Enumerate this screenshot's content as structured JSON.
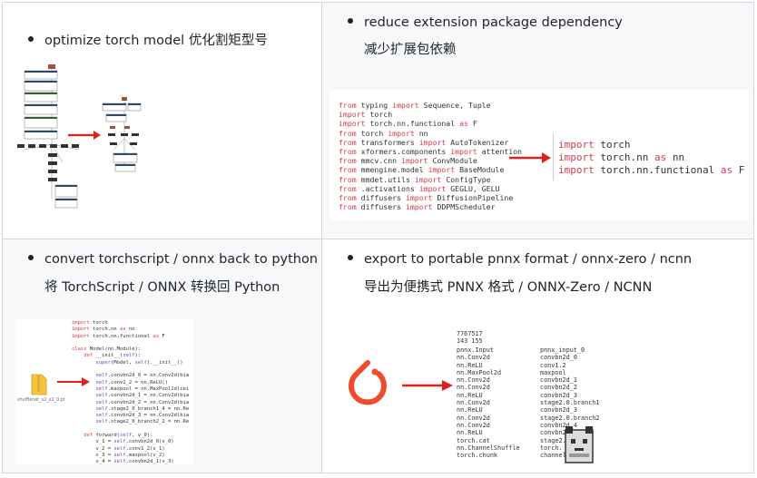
{
  "cells": [
    {
      "bullet": "optimize torch model 优化割矩型号"
    },
    {
      "bullet": "reduce extension package dependency",
      "sub": "减少扩展包依赖",
      "code_left": [
        [
          "from",
          " typing ",
          "import",
          " Sequence, Tuple"
        ],
        [
          "import",
          " torch",
          "",
          ""
        ],
        [
          "import",
          " torch.nn.functional ",
          "as",
          " F"
        ],
        [
          "from",
          " torch ",
          "import",
          " nn"
        ],
        [
          "from",
          " transformers ",
          "import",
          " AutoTokenizer"
        ],
        [
          "from",
          " xformers.components ",
          "import",
          " attention"
        ],
        [
          "from",
          " mmcv.cnn ",
          "import",
          " ConvModule"
        ],
        [
          "from",
          " mmengine.model ",
          "import",
          " BaseModule"
        ],
        [
          "from",
          " mmdet.utils ",
          "import",
          " ConfigType"
        ],
        [
          "from",
          " .activations ",
          "import",
          " GEGLU, GELU"
        ],
        [
          "from",
          " diffusers ",
          "import",
          " DiffusionPipeline"
        ],
        [
          "from",
          " diffusers ",
          "import",
          " DDPMScheduler"
        ]
      ],
      "code_right": [
        [
          "import",
          " torch",
          "",
          ""
        ],
        [
          "import",
          " torch.nn ",
          "as",
          " nn"
        ],
        [
          "import",
          " torch.nn.functional ",
          "as",
          " F"
        ]
      ]
    },
    {
      "bullet": "convert torchscript / onnx back to python",
      "sub": "将 TorchScript / ONNX 转换回 Python",
      "file_label": "shufflenet_v2_x1_0.pt",
      "code": [
        "import torch",
        "import torch.nn as nn",
        "import torch.nn.functional as F",
        "",
        "class Model(nn.Module):",
        "    def __init__(self):",
        "        super(Model, self).__init__()",
        "",
        "        self.convbn2d_0 = nn.Conv2d(bia",
        "        self.conv1_2 = nn.ReLU()",
        "        self.maxpool = nn.MaxPool2d(cei",
        "        self.convbn2d_1 = nn.Conv2d(bia",
        "        self.convbn2d_2 = nn.Conv2d(bia",
        "        self.stage2_0_branch1_4 = nn.Re",
        "        self.convbn2d_3 = nn.Conv2d(bia",
        "        self.stage2_0_branch2_2 = nn.Re",
        "",
        "    def forward(self, v_0):",
        "        v_1 = self.convbn2d_0(v_0)",
        "        v_2 = self.conv1_2(v_1)",
        "        v_3 = self.maxpool(v_2)",
        "        v_4 = self.convbn2d_1(v_3)"
      ]
    },
    {
      "bullet": "export to portable pnnx format / onnx-zero / ncnn",
      "sub": "导出为便携式 PNNX 格式 / ONNX-Zero / NCNN",
      "pnnx_header": [
        "7767517",
        "143 155"
      ],
      "pnnx_left": [
        "pnnx.Input",
        "nn.Conv2d",
        "nn.ReLU",
        "nn.MaxPool2d",
        "nn.Conv2d",
        "nn.Conv2d",
        "nn.ReLU",
        "nn.Conv2d",
        "nn.ReLU",
        "nn.Conv2d",
        "nn.Conv2d",
        "nn.ReLU",
        "torch.cat",
        "nn.ChannelShuffle",
        "torch.chunk"
      ],
      "pnnx_right": [
        "pnnx_input_0",
        "convbn2d_0",
        "conv1.2",
        "maxpool",
        "convbn2d_1",
        "convbn2d_2",
        "convbn2d_3",
        "stage2.0.branch1.4",
        "convbn2d_3",
        "stage2.0.branch2.2",
        "convbn2d_4",
        "convbn2d_5",
        "stage2.0.b",
        "torch.",
        "channel"
      ]
    }
  ],
  "colors": {
    "keyword": "#d73a49",
    "arrow": "#e0201b",
    "pytorch": "#ee4c2c",
    "folder": "#f5c43c"
  }
}
